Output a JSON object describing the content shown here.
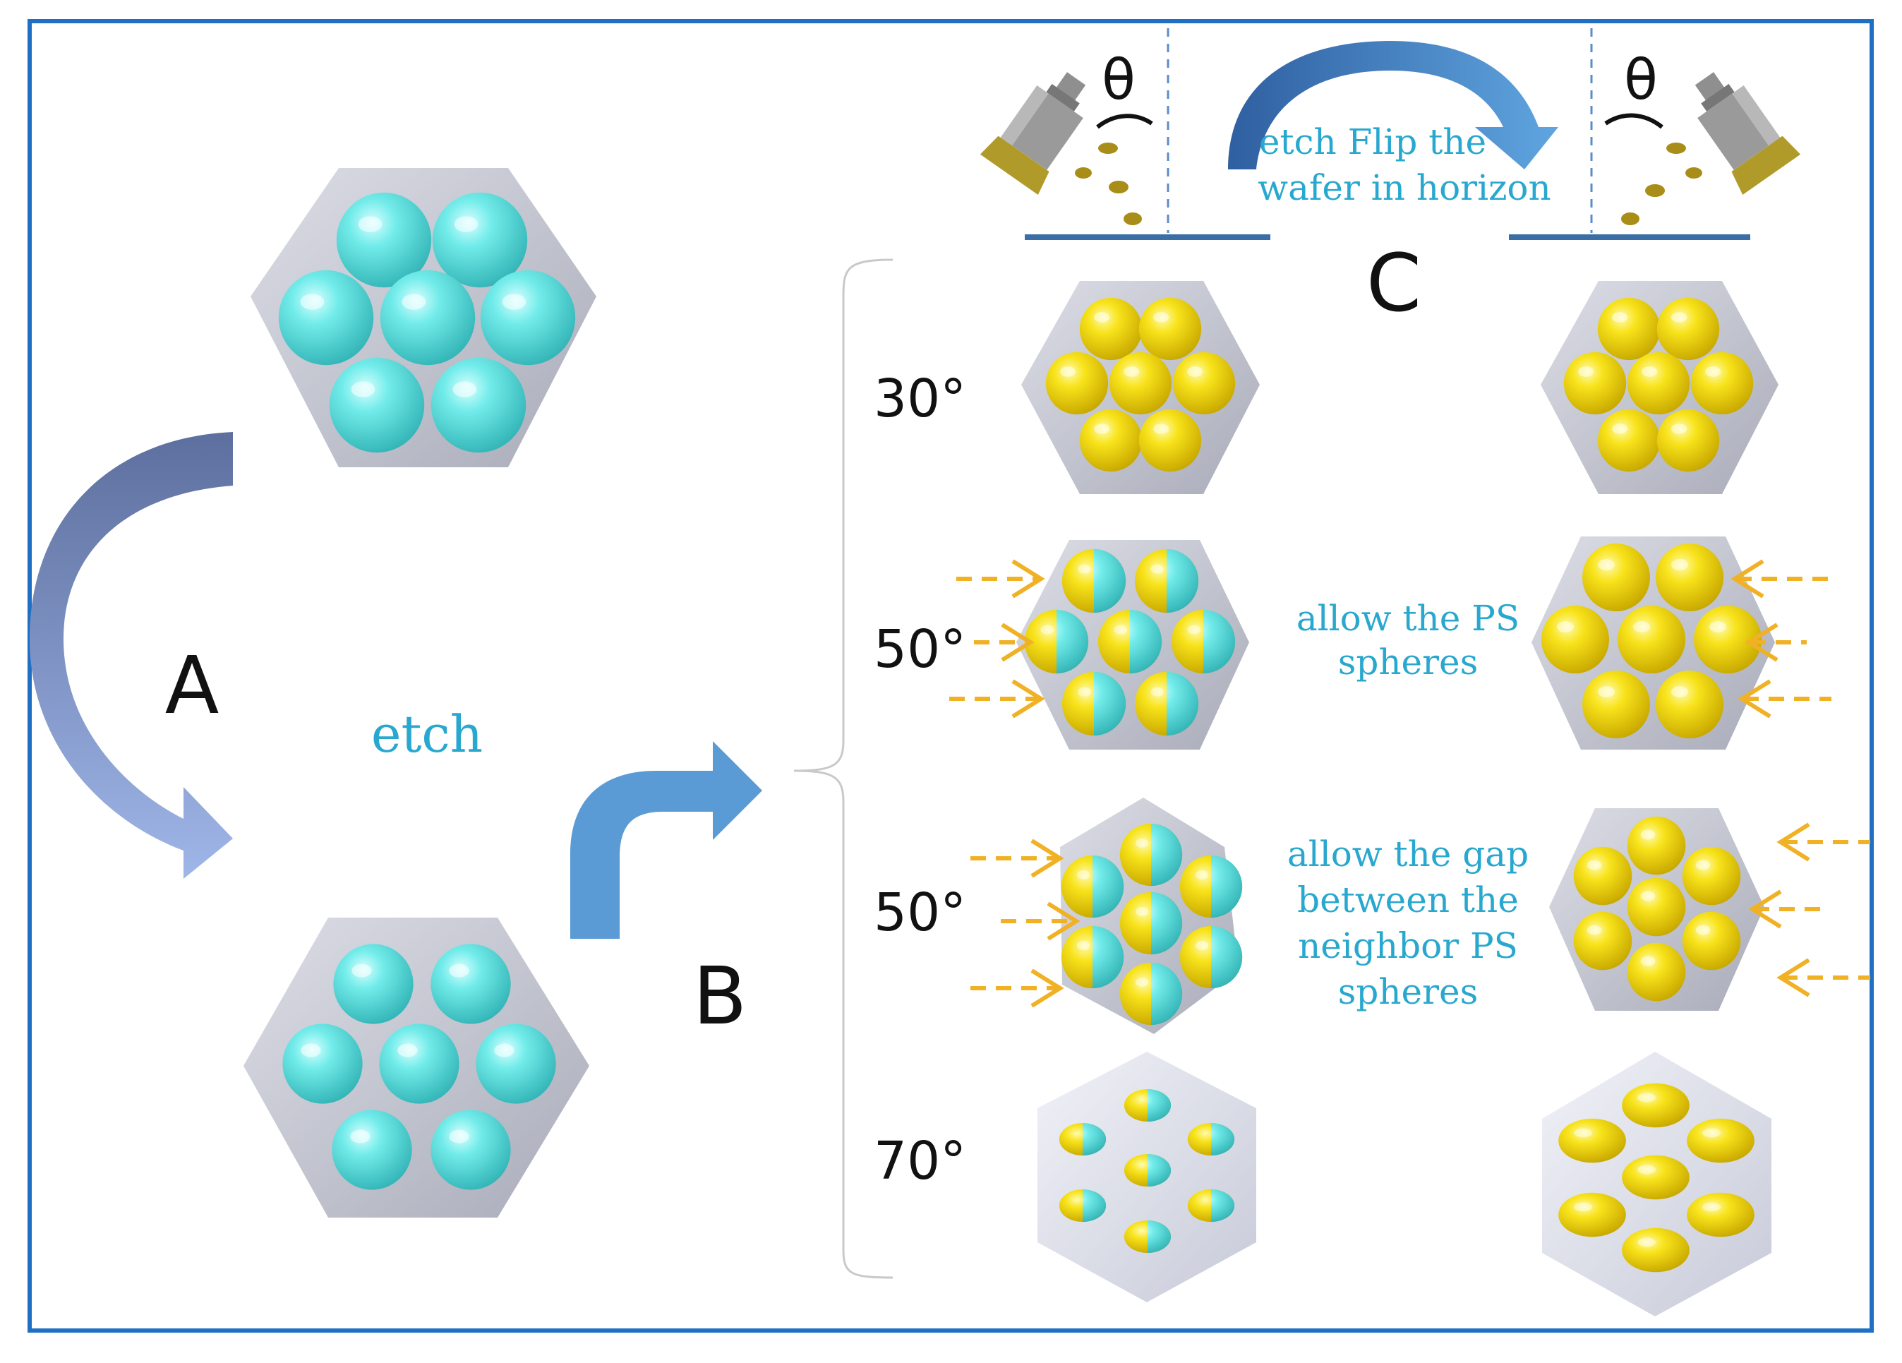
{
  "labels": {
    "panel_a": "A",
    "panel_b": "B",
    "panel_c": "C",
    "etch": "etch",
    "theta_left": "θ",
    "theta_right": "θ"
  },
  "flip_note": [
    "etch Flip the",
    "wafer in horizon"
  ],
  "angles": [
    "30°",
    "50°",
    "50°",
    "70°"
  ],
  "note_row2": [
    "allow the PS",
    "spheres"
  ],
  "note_row3": [
    "allow the gap",
    "between the",
    "neighbor PS",
    "spheres"
  ],
  "colors": {
    "frame": "#1f6fc4",
    "sphere_cyan": "#6ee7e3",
    "sphere_yellow": "#f7e21a",
    "substrate": "#c9cbd6",
    "arrow_a": "#8fa6d6",
    "arrow_b": "#5b9bd5",
    "dashed_arrow": "#f0b125",
    "note_text": "#29a8cf"
  }
}
